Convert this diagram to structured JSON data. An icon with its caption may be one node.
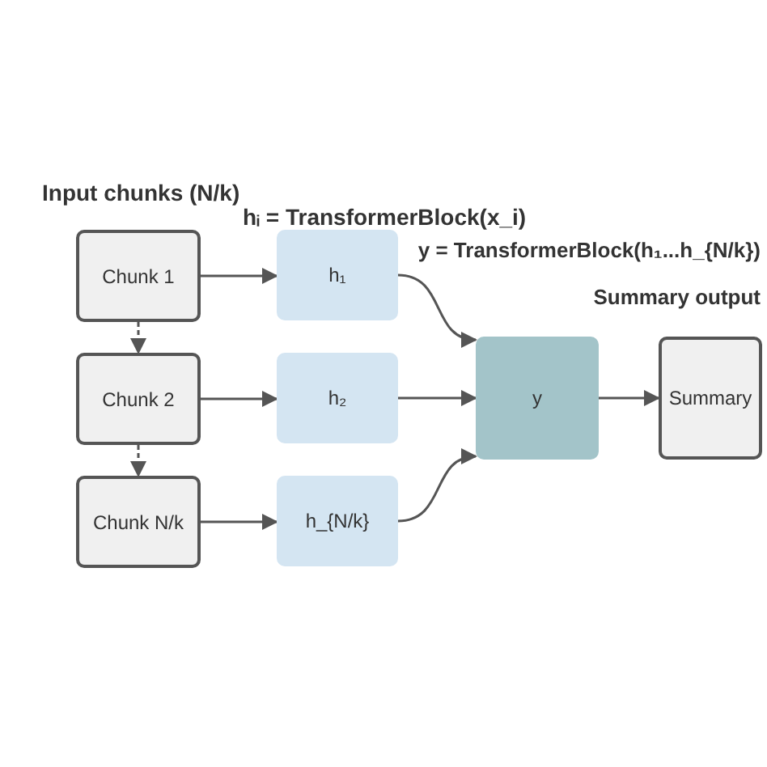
{
  "diagram": {
    "nodes": [
      {
        "text": [
          "Chunk 1"
        ]
      },
      {
        "text": [
          "Chunk 2"
        ]
      },
      {
        "text": [
          "Chunk N/k"
        ]
      },
      {
        "text": [
          "h₁"
        ]
      },
      {
        "text": [
          "h₂"
        ]
      },
      {
        "text": [
          "h_{N/k}"
        ]
      },
      {
        "text": [
          "y"
        ]
      },
      {
        "text": [
          "Summary"
        ]
      }
    ],
    "edges": [
      {
        "from": 0,
        "to": 1,
        "arrow": "to",
        "style": "dashed"
      },
      {
        "from": 1,
        "to": 2,
        "arrow": "to",
        "style": "dashed"
      },
      {
        "from": 0,
        "to": 3,
        "arrow": "to"
      },
      {
        "from": 1,
        "to": 4,
        "arrow": "to"
      },
      {
        "from": 2,
        "to": 5,
        "arrow": "to"
      },
      {
        "from": 3,
        "to": 6,
        "arrow": "to"
      },
      {
        "from": 4,
        "to": 6,
        "arrow": "to"
      },
      {
        "from": 5,
        "to": 6,
        "arrow": "to"
      },
      {
        "from": 6,
        "to": 7,
        "arrow": "to"
      }
    ],
    "labels": [
      "Input chunks (N/k)",
      "hᵢ = TransformerBlock(x_i)",
      "y = TransformerBlock(h₁...h_{N/k})",
      "Summary output"
    ]
  }
}
